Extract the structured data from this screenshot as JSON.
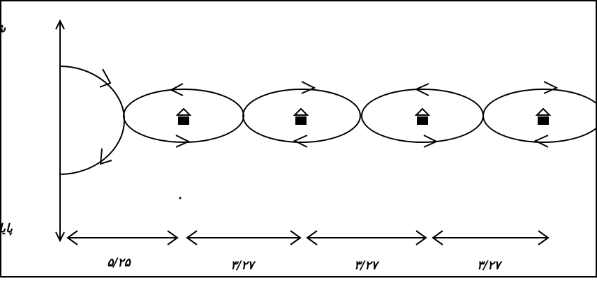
{
  "labels": {
    "start": "شروع",
    "end": "پایان"
  },
  "distances": [
    "۵/۲۵",
    "۳/۲۷",
    "۳/۲۷",
    "۳/۲۷"
  ],
  "loops": [
    {
      "marker": "house-icon"
    },
    {
      "marker": "house-icon"
    },
    {
      "marker": "house-icon"
    },
    {
      "marker": "house-icon"
    }
  ],
  "colors": {
    "stroke": "#000000",
    "background": "#ffffff"
  }
}
